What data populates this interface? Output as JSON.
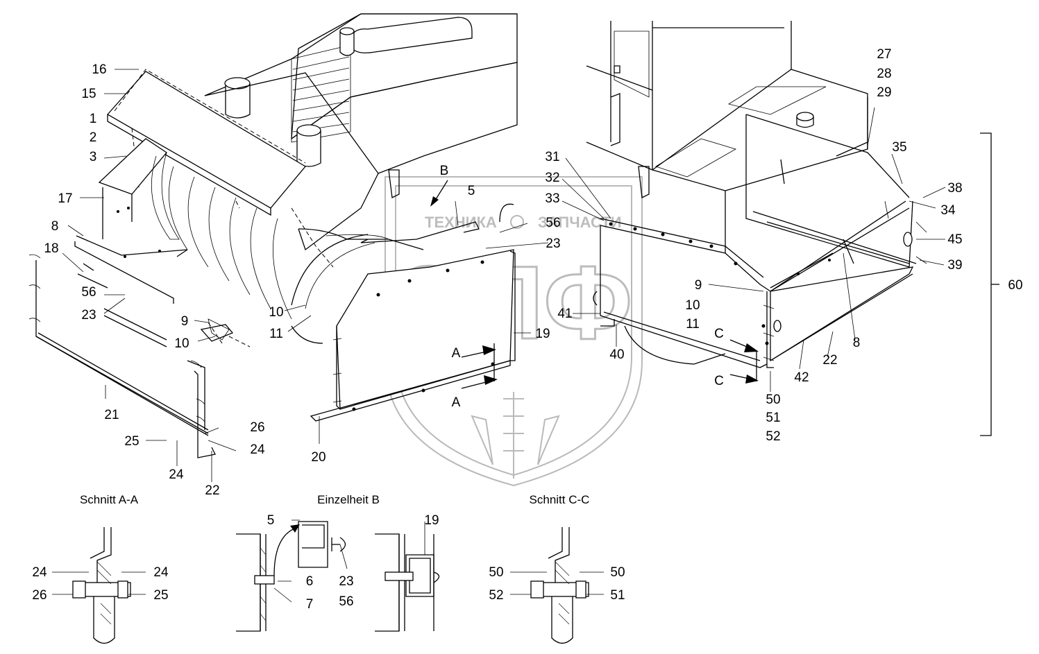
{
  "watermark": {
    "top_left": "ТЕХНИКА",
    "top_right": "ЗАПЧАСТИ",
    "logo": "ЭПФ"
  },
  "section_titles": {
    "a": "Schnitt A-A",
    "b": "Einzelheit B",
    "c": "Schnitt C-C"
  },
  "labels": {
    "n16": "16",
    "n15": "15",
    "n1": "1",
    "n2": "2",
    "n3": "3",
    "n17": "17",
    "n8a": "8",
    "n18": "18",
    "n56a": "56",
    "n23a": "23",
    "n9a": "9",
    "n10a": "10",
    "n21": "21",
    "n25a": "25",
    "n24a": "24",
    "n26a": "26",
    "n24b": "24",
    "n22a": "22",
    "n10b": "10",
    "n11a": "11",
    "B": "B",
    "n5a": "5",
    "n56b": "56",
    "n23b": "23",
    "n19a": "19",
    "A1": "A",
    "A2": "A",
    "n20": "20",
    "n31": "31",
    "n32": "32",
    "n33": "33",
    "n27": "27",
    "n28": "28",
    "n29": "29",
    "n35": "35",
    "n38": "38",
    "n34": "34",
    "n45": "45",
    "n39": "39",
    "n9b": "9",
    "n10c": "10",
    "n11b": "11",
    "n41": "41",
    "n40": "40",
    "C1": "C",
    "C2": "C",
    "n8b": "8",
    "n22b": "22",
    "n42": "42",
    "n50a": "50",
    "n51a": "51",
    "n52a": "52",
    "n60": "60",
    "sa24l": "24",
    "sa24r": "24",
    "sa26": "26",
    "sa25": "25",
    "sb5": "5",
    "sb6": "6",
    "sb7": "7",
    "sb23": "23",
    "sb56": "56",
    "sb19": "19",
    "sc50l": "50",
    "sc50r": "50",
    "sc52": "52",
    "sc51": "51"
  }
}
